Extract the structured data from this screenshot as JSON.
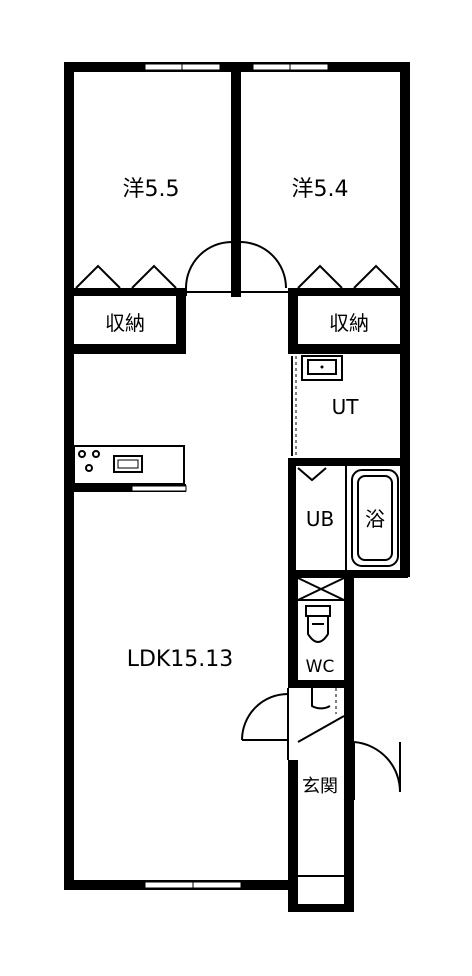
{
  "floor_plan": {
    "rooms": {
      "western_left": "洋5.5",
      "western_right": "洋5.4",
      "storage_left": "収納",
      "storage_right": "収納",
      "utility": "UT",
      "unit_bath": "UB",
      "bath": "浴",
      "toilet": "WC",
      "ldk": "LDK15.13",
      "entrance": "玄関"
    }
  }
}
